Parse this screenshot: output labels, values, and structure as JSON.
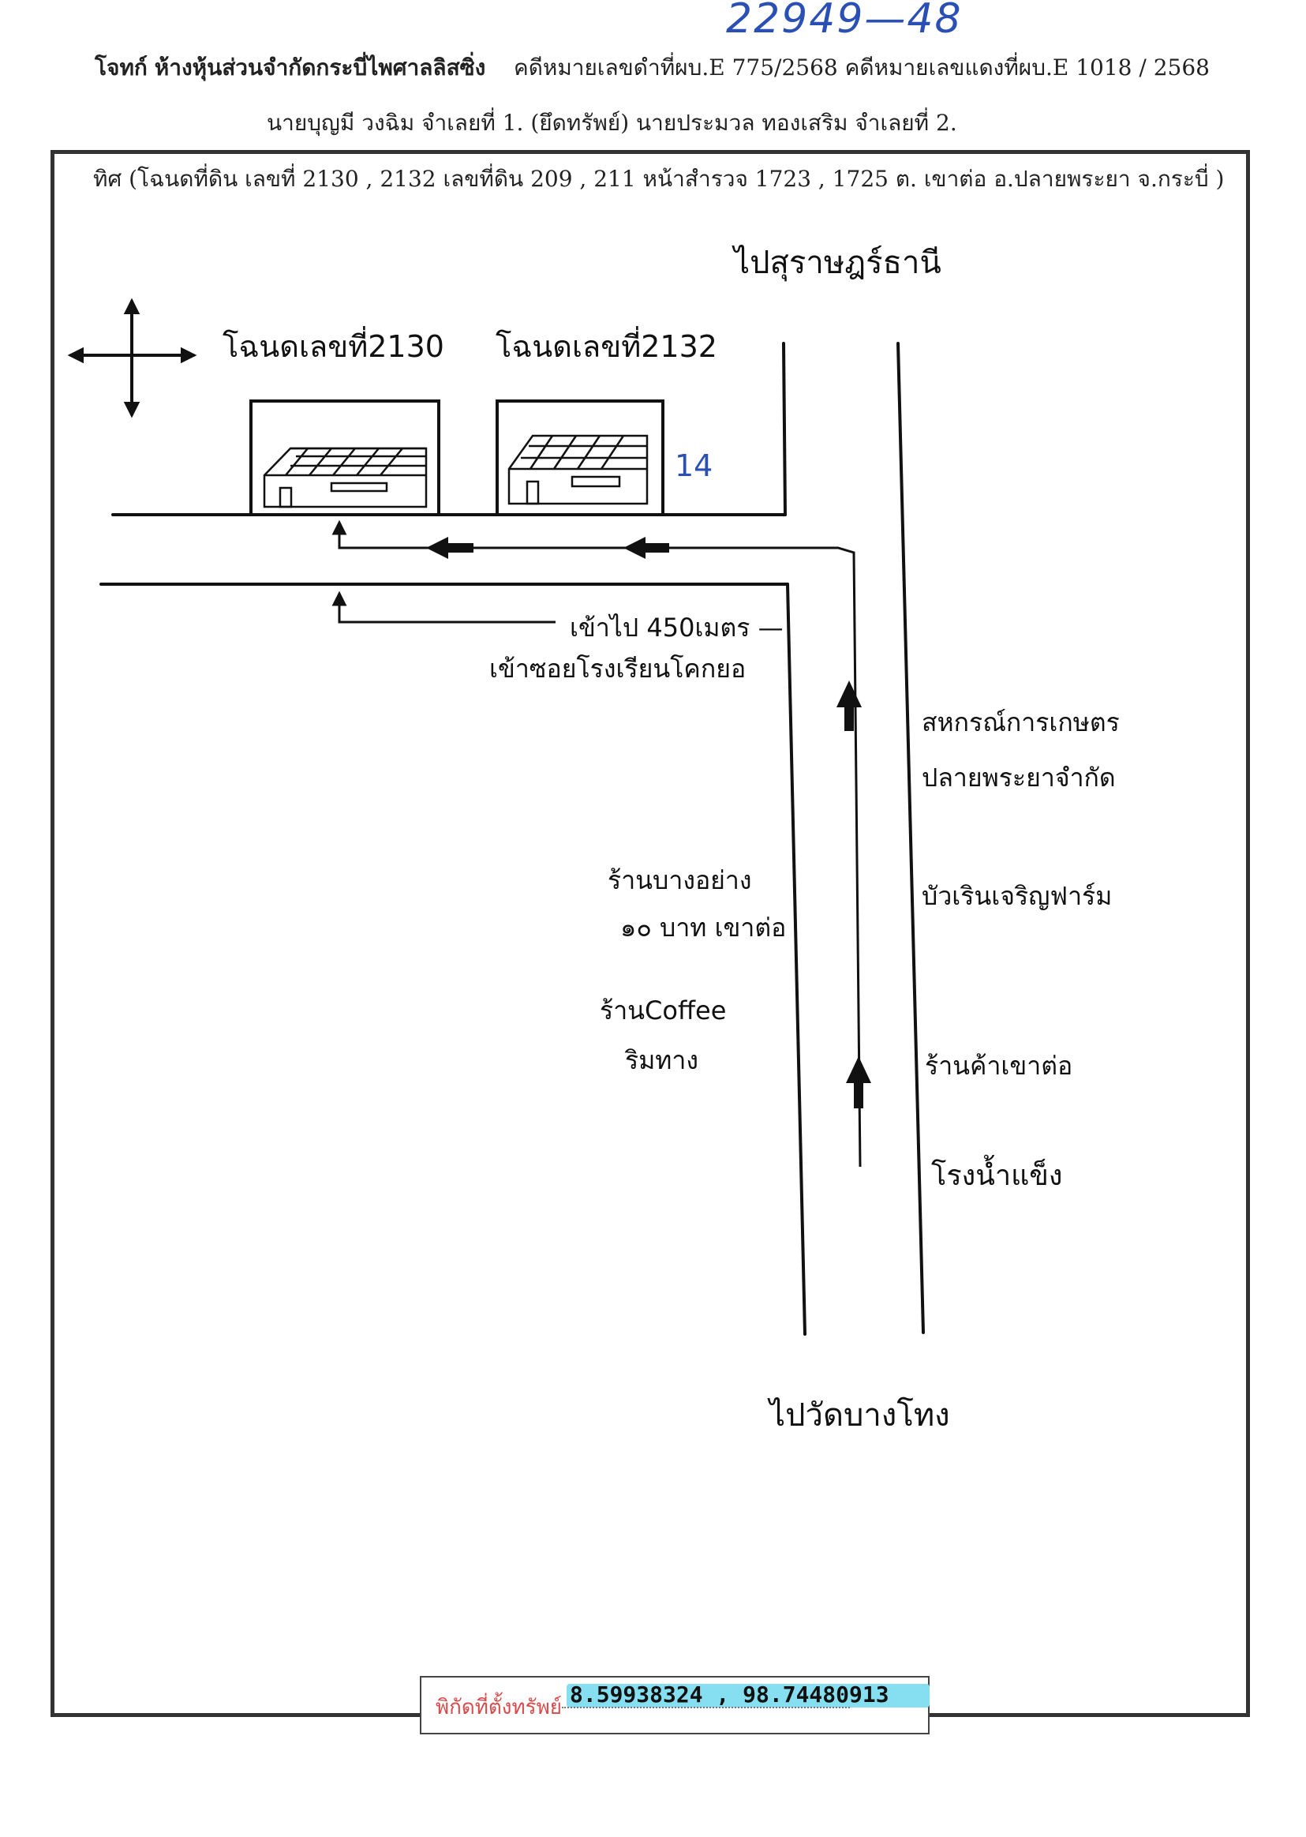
{
  "header": {
    "case_number": "22949—48",
    "plaintiff_label": "โจทก์",
    "plaintiff_name": "ห้างหุ้นส่วนจำกัดกระบี่ไพศาลลิสซิ่ง",
    "case_numbers": "คดีหมายเลขดำที่ผบ.E 775/2568 คดีหมายเลขแดงที่ผบ.E 1018 / 2568",
    "defendants": "นายบุญมี   วงฉิม จำเลยที่  1. (ยึดทรัพย์)     นายประมวล   ทองเสริม จำเลยที่  2."
  },
  "map": {
    "direction_line": "ทิศ (โฉนดที่ดิน  เลขที่ 2130 , 2132  เลขที่ดิน 209 , 211 หน้าสำรวจ 1723 , 1725  ต. เขาต่อ อ.ปลายพระยา จ.กระบี่ )",
    "to_north": "ไปสุราษฎร์ธานี",
    "to_south": "ไปวัดบางโทง",
    "deed_2130": "โฉนดเลขที่2130",
    "deed_2132": "โฉนดเลขที่2132",
    "house_mark": "14",
    "soi_distance": "เข้าไป 450เมตร —",
    "soi_name": "เข้าซอยโรงเรียนโคกยอ",
    "coop_line1": "สหกรณ์การเกษตร",
    "coop_line2": "ปลายพระยาจำกัด",
    "noodle_line1": "ร้านบางอย่าง",
    "noodle_line2": "๑๐ บาท เขาต่อ",
    "farm": "บัวเรินเจริญฟาร์ม",
    "coffee_line1": "ร้านCoffee",
    "coffee_line2": "ริมทาง",
    "khaoto_shop": "ร้านค้าเขาต่อ",
    "ice_factory": "โรงน้ำแข็ง"
  },
  "coordinates": {
    "label": "พิกัดที่ตั้งทรัพย์",
    "value": "8.59938324 , 98.74480913"
  }
}
